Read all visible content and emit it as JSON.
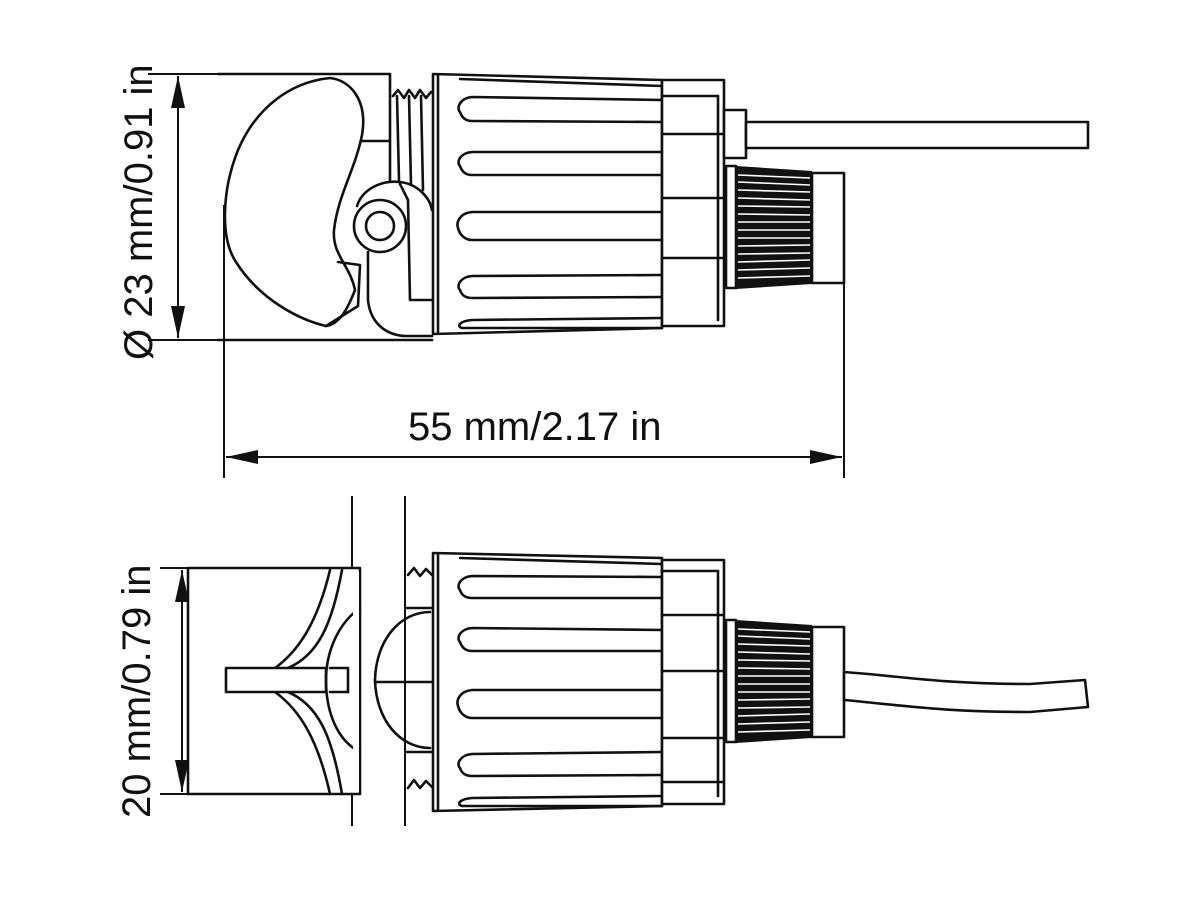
{
  "diagram": {
    "type": "technical-dimension-drawing",
    "subject": "cable connector with hinged latch",
    "views": [
      {
        "name": "side-view",
        "dimensions": {
          "diameter": "Ø 23 mm/0.91 in",
          "length": "55 mm/2.17 in"
        }
      },
      {
        "name": "top-view",
        "dimensions": {
          "height": "20 mm/0.79 in"
        }
      }
    ],
    "colors": {
      "line": "#111111",
      "background": "#ffffff"
    }
  }
}
